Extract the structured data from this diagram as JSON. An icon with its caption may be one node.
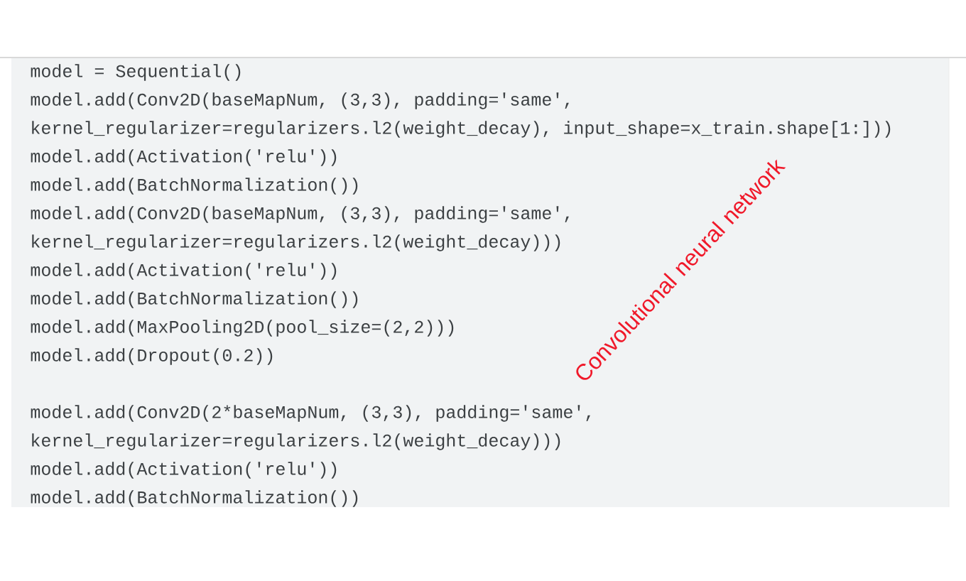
{
  "diagram": {
    "labels": [
      "model = Sequential()",
      "model.add(Conv2D(baseMapNum, (3,3), padding='same',",
      "kernel_regularizer=regularizers.l2(weight_decay), input_shape=x_train.shape[1:]))",
      "model.add(Activation('relu'))",
      "model.add(BatchNormalization())",
      "model.add(Conv2D(baseMapNum, (3,3), padding='same',",
      "kernel_regularizer=regularizers.l2(weight_decay)))",
      "model.add(Activation('relu'))",
      "model.add(BatchNormalization())",
      "model.add(MaxPooling2D(pool_size=(2,2)))",
      "model.add(Dropout(0.2))",
      "model.add(Conv2D(2*baseMapNum, (3,3), padding='same',",
      "kernel_regularizer=regularizers.l2(weight_decay)))",
      "model.add(Activation('relu'))",
      "model.add(BatchNormalization())",
      "Convolutional neural network"
    ]
  }
}
